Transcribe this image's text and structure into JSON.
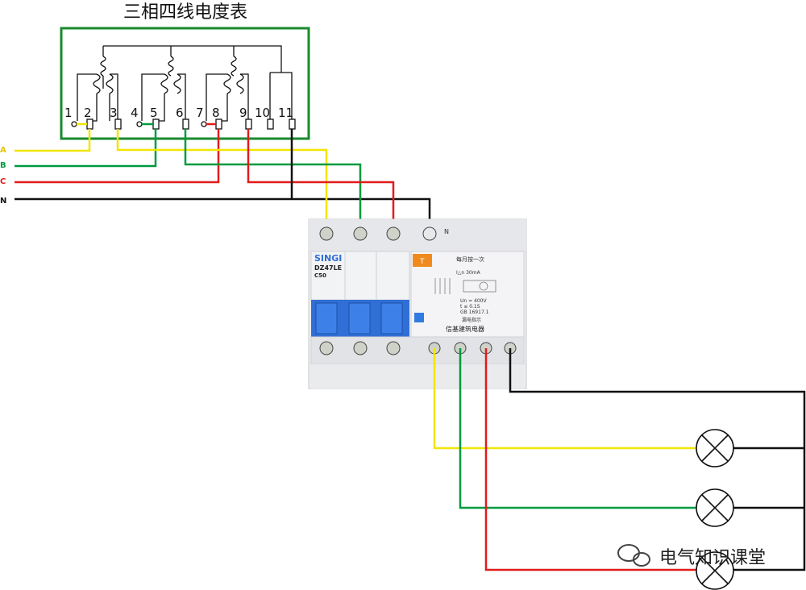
{
  "title": "三相四线电度表",
  "meter": {
    "terminals": [
      "1",
      "2",
      "3",
      "4",
      "5",
      "6",
      "7",
      "8",
      "9",
      "10",
      "11"
    ]
  },
  "lines": [
    {
      "label": "A",
      "color": "#f2e500"
    },
    {
      "label": "B",
      "color": "#009a3e"
    },
    {
      "label": "C",
      "color": "#e21b1b"
    },
    {
      "label": "N",
      "color": "#111111"
    }
  ],
  "breaker": {
    "brand": "SINGI",
    "model": "DZ47LE",
    "rating": "C50",
    "neutral_label": "N",
    "test_note": "每月按一次",
    "residual_current": "I△n 30mA",
    "voltage": "Un = 400V",
    "time": "t ≤ 0.1S",
    "standard": "GB 16917.1",
    "indicator": "漏电指示",
    "manufacturer": "信基建筑电器",
    "test_button": "T"
  },
  "colors": {
    "frame": "#1a8a2e",
    "yellow": "#f2e500",
    "green": "#009a3e",
    "red": "#e21b1b",
    "black": "#111111",
    "blue": "#2f6fd6"
  },
  "watermark": "电气知识课堂"
}
